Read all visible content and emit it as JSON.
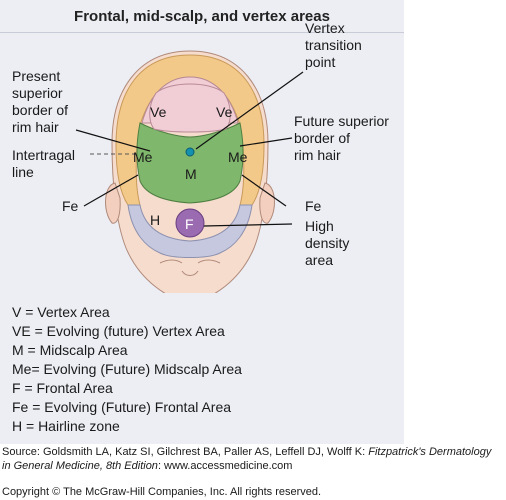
{
  "title": "Frontal, mid-scalp, and vertex areas",
  "zone_labels": {
    "ve_left": "Ve",
    "ve_right": "Ve",
    "me_left": "Me",
    "me_right": "Me",
    "m": "M",
    "h": "H",
    "f": "F"
  },
  "callouts": {
    "present_border": [
      "Present",
      "superior",
      "border of",
      "rim hair"
    ],
    "intertragal": [
      "Intertragal",
      "line"
    ],
    "fe_left": "Fe",
    "vertex_point": [
      "Vertex",
      "transition",
      "point"
    ],
    "future_border": [
      "Future superior",
      "border of",
      "rim hair"
    ],
    "fe_right": "Fe",
    "high_density": [
      "High",
      "density",
      "area"
    ]
  },
  "legend": [
    "V   = Vertex Area",
    "VE = Evolving (future) Vertex Area",
    "M   = Midscalp Area",
    "Me= Evolving (Future) Midscalp Area",
    "F   = Frontal Area",
    "Fe = Evolving (Future) Frontal Area",
    "H   = Hairline zone"
  ],
  "source": {
    "prefix": "Source: Goldsmith LA, Katz SI, Gilchrest BA, Paller AS, Leffell DJ, Wolff K: ",
    "book": "Fitzpatrick's Dermatology",
    "line2_book": "in General Medicine, 8th Edition",
    "line2_rest": ": www.accessmedicine.com"
  },
  "copyright": "Copyright © The McGraw-Hill Companies, Inc. All rights reserved.",
  "colors": {
    "panel": "#eceef4",
    "rim": "#f3c98a",
    "vertex": "#f1cdd6",
    "midscalp": "#7fb76c",
    "hairline": "#c5c8de",
    "frontal": "#9a6bb0",
    "skin": "#f6dccd",
    "vertex_point": "#1591b0"
  }
}
